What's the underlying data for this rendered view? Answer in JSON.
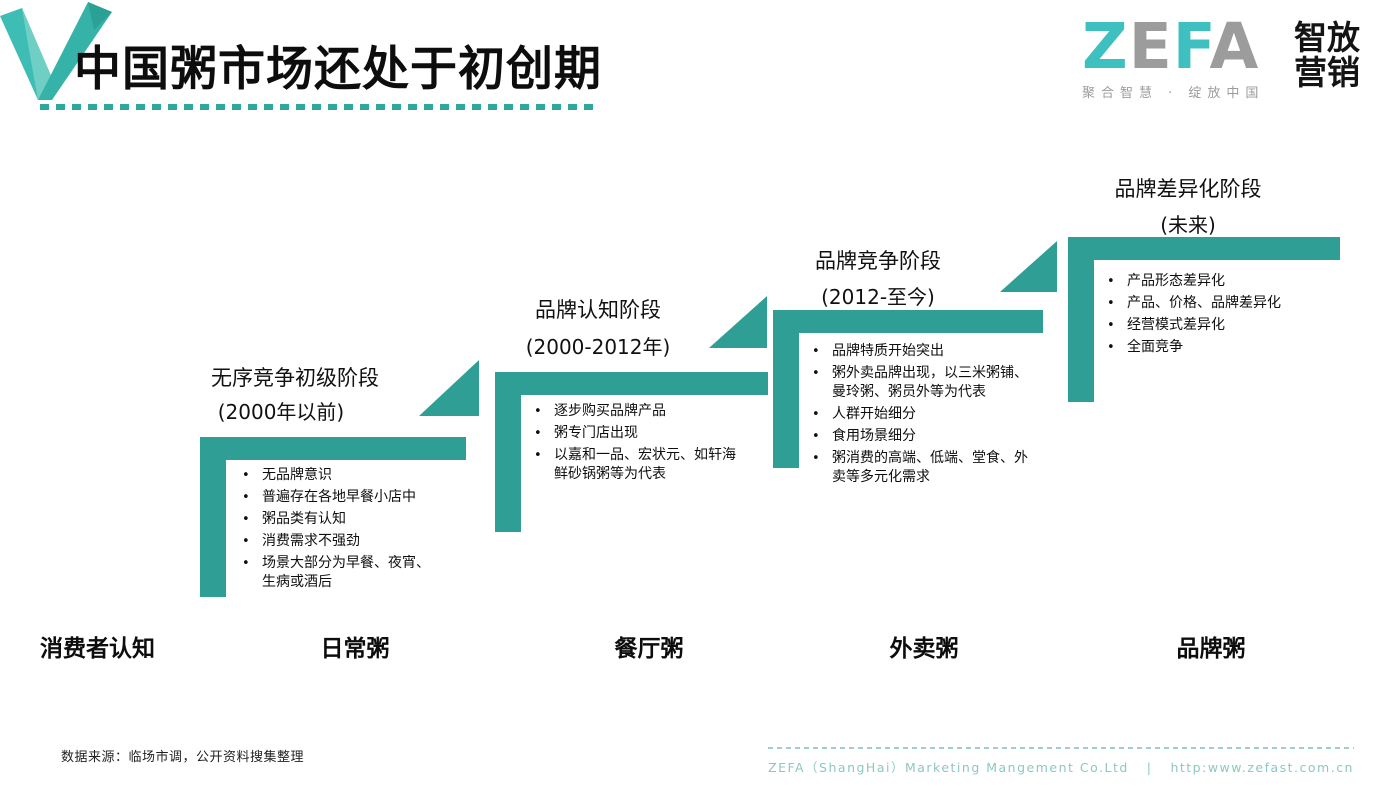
{
  "header": {
    "title": "中国粥市场还处于初创期",
    "zefa": {
      "letters": [
        {
          "ch": "Z"
        },
        {
          "ch": "E"
        },
        {
          "ch": "F"
        },
        {
          "ch": "A"
        }
      ],
      "tagline": "聚合智慧 · 绽放中国",
      "mark_line1": "智放",
      "mark_line2": "营销"
    }
  },
  "stages": [
    {
      "title": "无序竞争初级阶段",
      "period": "(2000年以前)",
      "bullets": [
        "无品牌意识",
        "普遍存在各地早餐小店中",
        "粥品类有认知",
        "消费需求不强劲",
        "场景大部分为早餐、夜宵、生病或酒后"
      ]
    },
    {
      "title": "品牌认知阶段",
      "period": "(2000-2012年)",
      "bullets": [
        "逐步购买品牌产品",
        "粥专门店出现",
        "以嘉和一品、宏状元、如轩海鲜砂锅粥等为代表"
      ]
    },
    {
      "title": "品牌竞争阶段",
      "period": "(2012-至今)",
      "bullets": [
        "品牌特质开始突出",
        "粥外卖品牌出现，以三米粥铺、曼玲粥、粥员外等为代表",
        "人群开始细分",
        "食用场景细分",
        "粥消费的高端、低端、堂食、外卖等多元化需求"
      ]
    },
    {
      "title": "品牌差异化阶段",
      "period": "(未来)",
      "bullets": [
        "产品形态差异化",
        "产品、价格、品牌差异化",
        "经营模式差异化",
        "全面竞争"
      ]
    }
  ],
  "axis_labels": [
    "消费者认知",
    "日常粥",
    "餐厅粥",
    "外卖粥",
    "品牌粥"
  ],
  "footer": {
    "source": "数据来源：临场市调，公开资料搜集整理",
    "company": "ZEFA（ShangHai）Marketing Mangement Co.Ltd",
    "separator": "|",
    "url": "http:www.zefast.com.cn"
  },
  "colors": {
    "accent_teal": "#2f9e95",
    "logo_teal": "#3fc0c0",
    "logo_gray": "#9c9c9c",
    "footer_teal": "#8cc8c3"
  }
}
